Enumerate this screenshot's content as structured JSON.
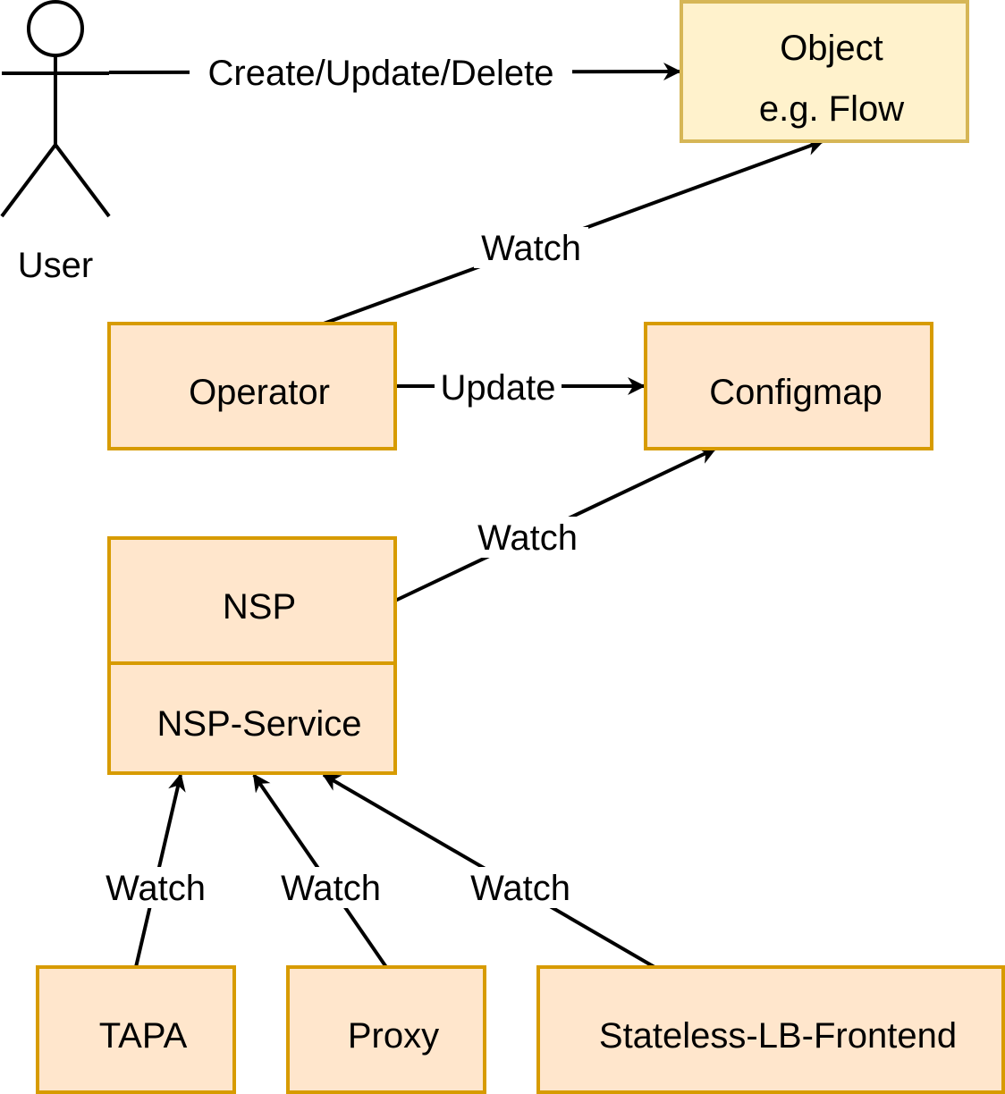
{
  "actor": {
    "label": "User",
    "icon": "stick-figure-icon"
  },
  "nodes": {
    "object": {
      "line1": "Object",
      "line2": "e.g. Flow"
    },
    "operator": {
      "label": "Operator"
    },
    "configmap": {
      "label": "Configmap"
    },
    "nsp": {
      "label": "NSP"
    },
    "nsp_service": {
      "label": "NSP-Service"
    },
    "tapa": {
      "label": "TAPA"
    },
    "proxy": {
      "label": "Proxy"
    },
    "stateless_lb": {
      "label": "Stateless-LB-Frontend"
    }
  },
  "edges": {
    "user_object": "Create/Update/Delete",
    "operator_object": "Watch",
    "operator_configmap": "Update",
    "nsp_configmap": "Watch",
    "tapa_nsp": "Watch",
    "proxy_nsp": "Watch",
    "stateless_nsp": "Watch"
  },
  "colors": {
    "object_fill": "#fff2cc",
    "object_stroke": "#d6b656",
    "node_fill": "#ffe6cc",
    "node_stroke": "#d79b00",
    "line": "#000000"
  }
}
